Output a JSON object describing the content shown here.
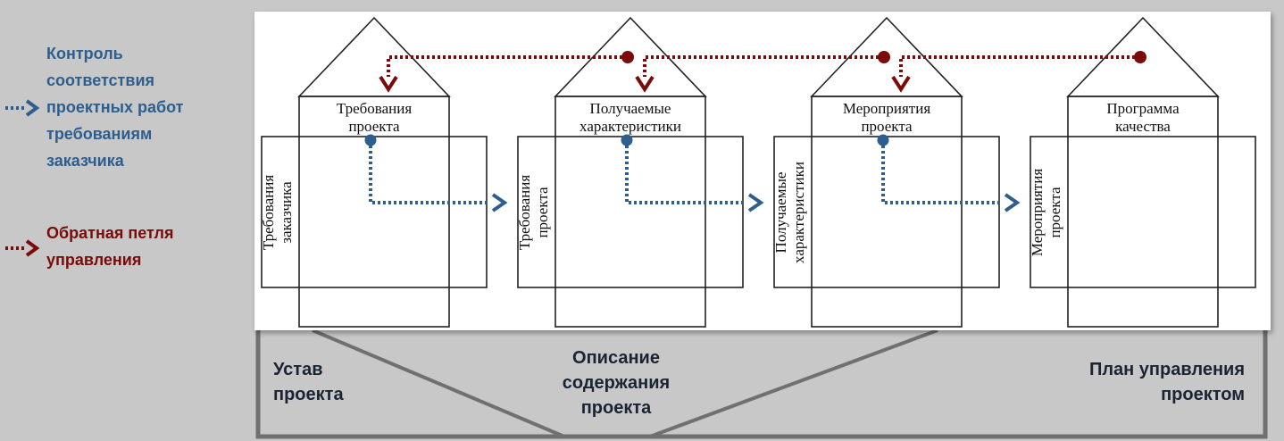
{
  "legend": {
    "control": {
      "lines": [
        "Контроль",
        "соответствия",
        "проектных работ",
        "требованиям",
        "заказчика"
      ],
      "color": "#2e5e8e"
    },
    "feedback": {
      "lines": [
        "Обратная петля",
        "управления"
      ],
      "color": "#7b0a0a"
    }
  },
  "houses": [
    {
      "roof_lines": [
        "Требования",
        "проекта"
      ],
      "side_lines": [
        "Требования",
        "заказчика"
      ]
    },
    {
      "roof_lines": [
        "Получаемые",
        "характеристики"
      ],
      "side_lines": [
        "Требования",
        "проекта"
      ]
    },
    {
      "roof_lines": [
        "Мероприятия",
        "проекта"
      ],
      "side_lines": [
        "Получаемые",
        "характеристики"
      ]
    },
    {
      "roof_lines": [
        "Программа",
        "качества"
      ],
      "side_lines": [
        "Мероприятия",
        "проекта"
      ]
    }
  ],
  "documents": {
    "charter": [
      "Устав",
      "проекта"
    ],
    "scope": [
      "Описание",
      "содержания",
      "проекта"
    ],
    "plan": [
      "План управления",
      "проектом"
    ]
  },
  "colors": {
    "blue": "#2e5e8e",
    "red": "#7b0a0a",
    "background": "#c8c8c8",
    "panel": "#ffffff",
    "line": "#222222",
    "frame": "#707070"
  }
}
